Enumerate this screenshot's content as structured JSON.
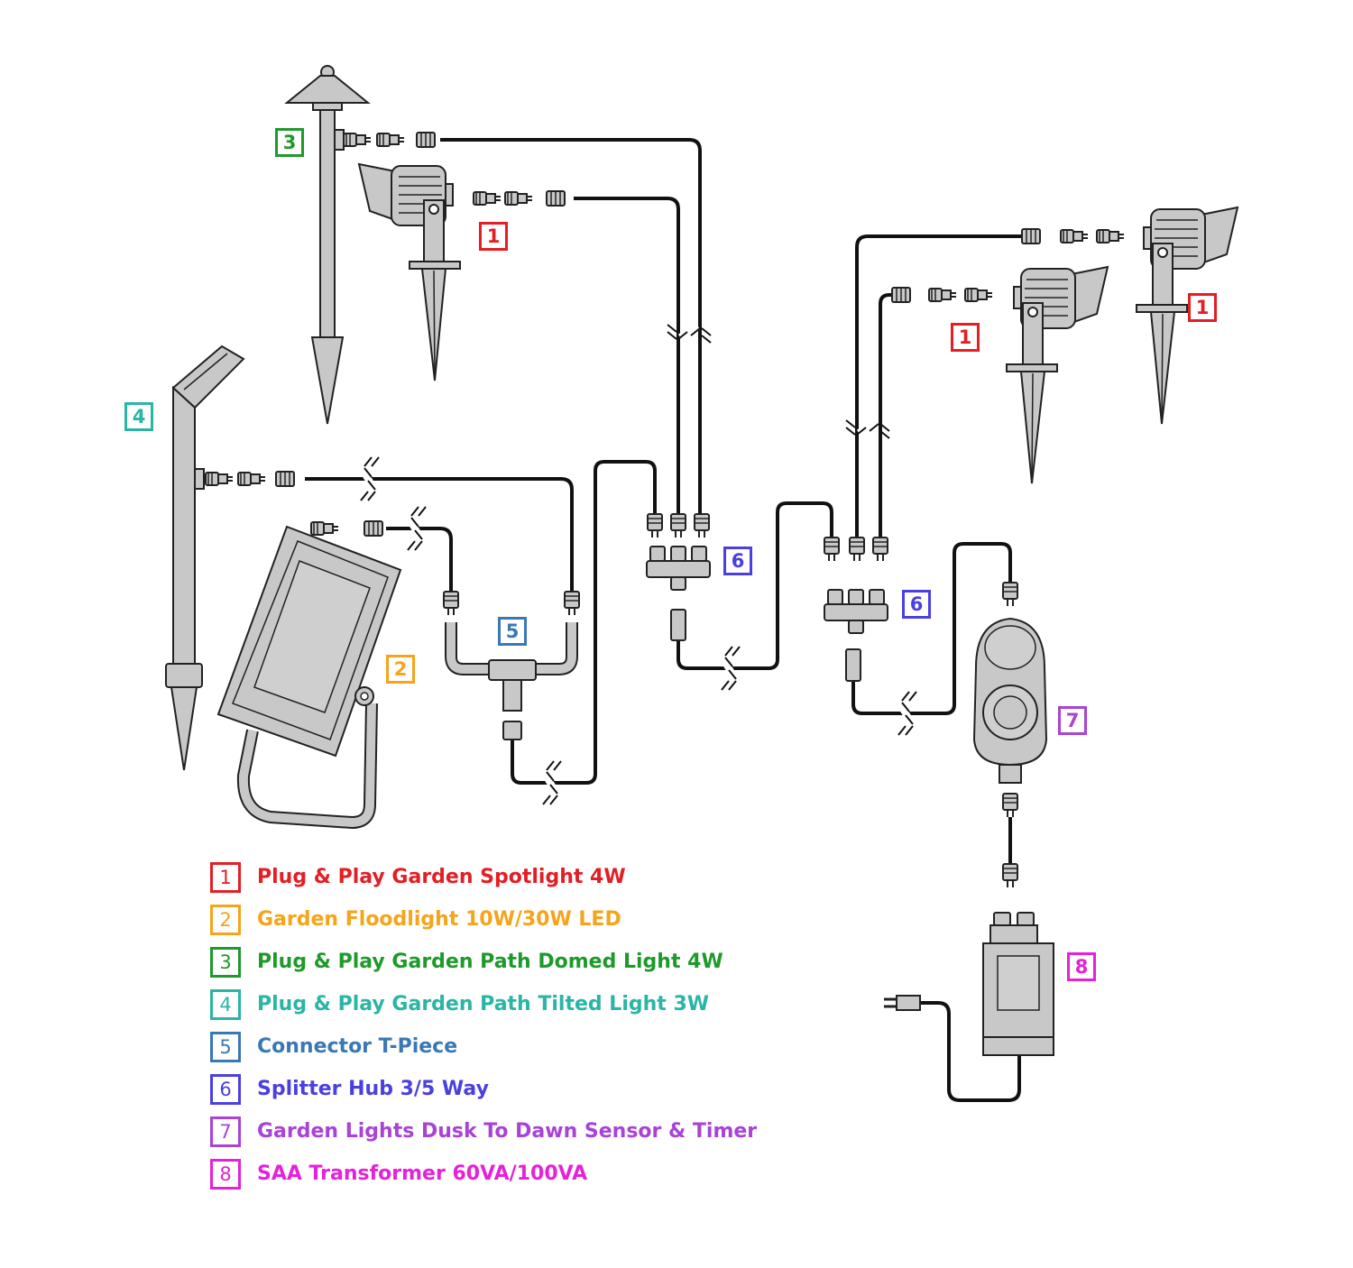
{
  "colors": {
    "c1": "#e31e24",
    "c2": "#f5a41c",
    "c3": "#1e9a2a",
    "c4": "#2ab5a5",
    "c5": "#3a78b5",
    "c6": "#4a3fe0",
    "c7": "#a843d6",
    "c8": "#e521d9",
    "cable": "#111111",
    "device_fill": "#c8c8c8",
    "device_stroke": "#333333"
  },
  "tags": {
    "t1a": "1",
    "t1b": "1",
    "t1c": "1",
    "t2": "2",
    "t3": "3",
    "t4": "4",
    "t5": "5",
    "t6a": "6",
    "t6b": "6",
    "t7": "7",
    "t8": "8"
  },
  "legend": [
    {
      "num": "1",
      "label": "Plug & Play Garden Spotlight 4W",
      "color": "#e31e24"
    },
    {
      "num": "2",
      "label": "Garden Floodlight 10W/30W LED",
      "color": "#f5a41c"
    },
    {
      "num": "3",
      "label": "Plug & Play Garden Path Domed Light 4W",
      "color": "#1e9a2a"
    },
    {
      "num": "4",
      "label": "Plug & Play Garden Path Tilted Light 3W",
      "color": "#2ab5a5"
    },
    {
      "num": "5",
      "label": "Connector T-Piece",
      "color": "#3a78b5"
    },
    {
      "num": "6",
      "label": "Splitter Hub 3/5 Way",
      "color": "#4a3fe0"
    },
    {
      "num": "7",
      "label": "Garden Lights Dusk To Dawn Sensor & Timer",
      "color": "#a843d6"
    },
    {
      "num": "8",
      "label": "SAA Transformer 60VA/100VA",
      "color": "#e521d9"
    }
  ]
}
